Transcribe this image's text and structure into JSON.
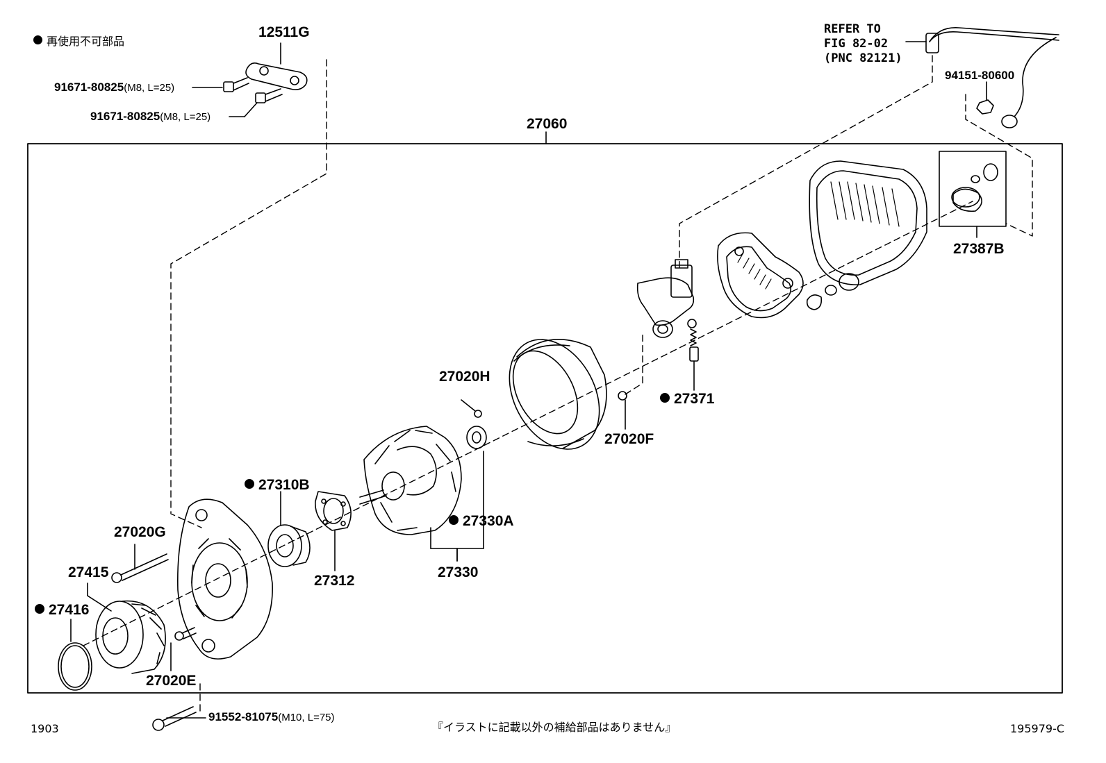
{
  "legend": {
    "marker_text": "再使用不可部品"
  },
  "assembly_label": "27060",
  "refer_note": {
    "line1": "REFER TO",
    "line2": "FIG 82-02",
    "line3": "(PNC 82121)"
  },
  "parts": [
    {
      "id": "p12511g",
      "number": "12511G",
      "spec": "",
      "non_reusable": false
    },
    {
      "id": "p91671a",
      "number": "91671-80825",
      "spec": "(M8, L=25)",
      "non_reusable": false
    },
    {
      "id": "p91671b",
      "number": "91671-80825",
      "spec": "(M8, L=25)",
      "non_reusable": false
    },
    {
      "id": "p94151",
      "number": "94151-80600",
      "spec": "",
      "non_reusable": false
    },
    {
      "id": "p27387b",
      "number": "27387B",
      "spec": "",
      "non_reusable": false
    },
    {
      "id": "p27020h",
      "number": "27020H",
      "spec": "",
      "non_reusable": false
    },
    {
      "id": "p27371",
      "number": "27371",
      "spec": "",
      "non_reusable": true
    },
    {
      "id": "p27020f",
      "number": "27020F",
      "spec": "",
      "non_reusable": false
    },
    {
      "id": "p27310b",
      "number": "27310B",
      "spec": "",
      "non_reusable": true
    },
    {
      "id": "p27330a",
      "number": "27330A",
      "spec": "",
      "non_reusable": true
    },
    {
      "id": "p27020g",
      "number": "27020G",
      "spec": "",
      "non_reusable": false
    },
    {
      "id": "p27415",
      "number": "27415",
      "spec": "",
      "non_reusable": false
    },
    {
      "id": "p27312",
      "number": "27312",
      "spec": "",
      "non_reusable": false
    },
    {
      "id": "p27330",
      "number": "27330",
      "spec": "",
      "non_reusable": false
    },
    {
      "id": "p27416",
      "number": "27416",
      "spec": "",
      "non_reusable": true
    },
    {
      "id": "p27020e",
      "number": "27020E",
      "spec": "",
      "non_reusable": false
    },
    {
      "id": "p91552",
      "number": "91552-81075",
      "spec": "(M10, L=75)",
      "non_reusable": false
    }
  ],
  "footer": {
    "left_code": "1903",
    "center_note": "『イラストに記載以外の補給部品はありません』",
    "right_code": "195979-C"
  }
}
